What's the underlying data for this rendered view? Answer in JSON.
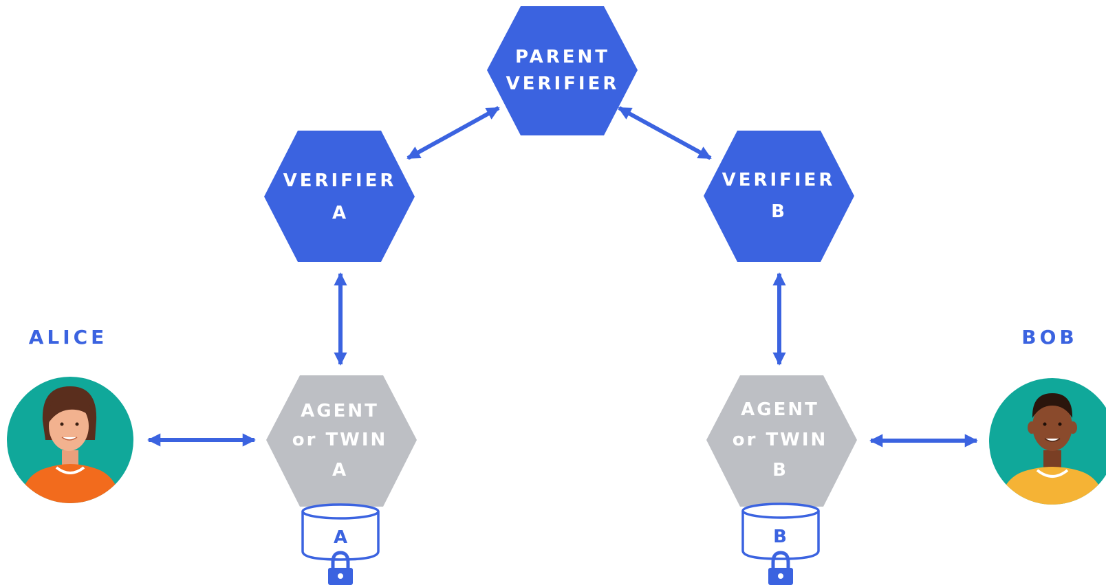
{
  "colors": {
    "blue": "#3b63e0",
    "gray": "#bdbfc4",
    "white": "#ffffff",
    "teal": "#10a89a",
    "alice_shirt": "#f26b1d",
    "bob_shirt": "#f5b335",
    "skin_light": "#f2b28f",
    "skin_dark": "#8a4a2c",
    "hair": "#5a2e1d"
  },
  "nodes": {
    "parent_verifier": {
      "line1": "PARENT",
      "line2": "VERIFIER"
    },
    "verifier_a": {
      "line1": "VERIFIER",
      "line2": "A"
    },
    "verifier_b": {
      "line1": "VERIFIER",
      "line2": "B"
    },
    "agent_a": {
      "line1": "AGENT",
      "line2": "or TWIN",
      "line3": "A"
    },
    "agent_b": {
      "line1": "AGENT",
      "line2": "or TWIN",
      "line3": "B"
    }
  },
  "storage": {
    "a": {
      "label": "A",
      "icon": "database-icon"
    },
    "b": {
      "label": "B",
      "icon": "database-icon"
    }
  },
  "people": {
    "alice": {
      "name": "ALICE",
      "icon": "person-avatar"
    },
    "bob": {
      "name": "BOB",
      "icon": "person-avatar"
    }
  }
}
